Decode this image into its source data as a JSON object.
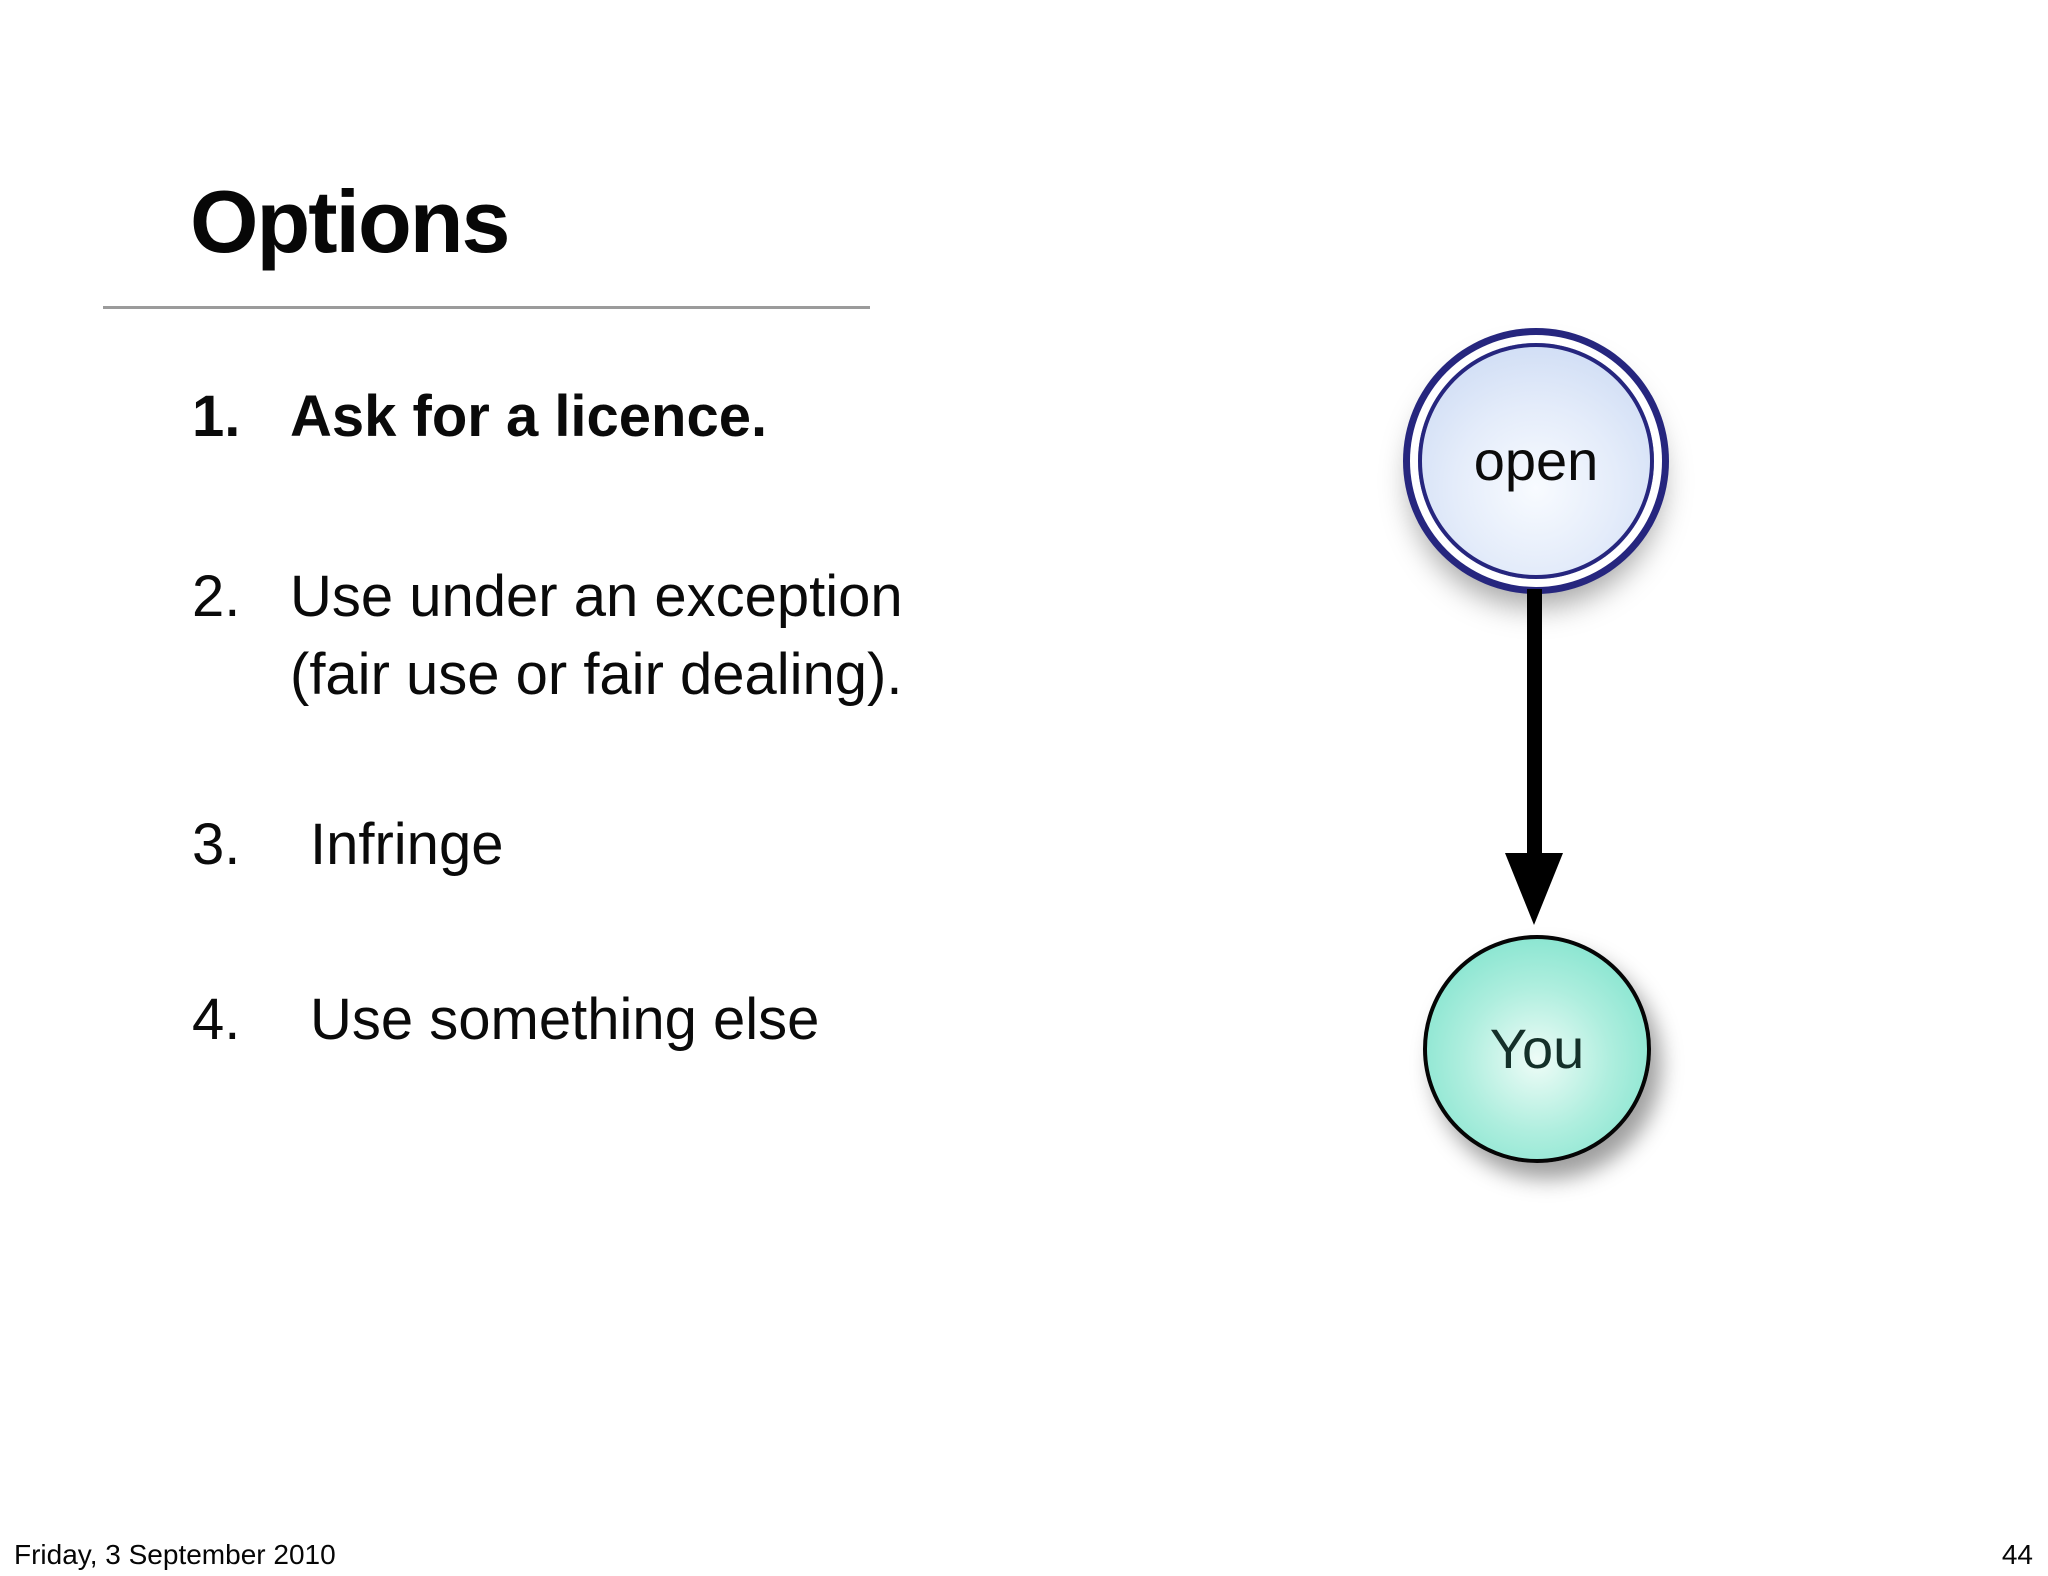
{
  "title": {
    "text": "Options"
  },
  "rule": {
    "color": "#9b9b9b"
  },
  "list": {
    "items": [
      {
        "number": "1.",
        "lines": [
          "Ask for a licence."
        ],
        "bold": true
      },
      {
        "number": "2.",
        "lines": [
          "Use under an exception",
          "(fair use or fair dealing)."
        ],
        "bold": false
      },
      {
        "number": "3.",
        "lines": [
          "Infringe"
        ],
        "bold": false
      },
      {
        "number": "4.",
        "lines": [
          "Use something else"
        ],
        "bold": false
      }
    ]
  },
  "diagram": {
    "top_node": {
      "label": "open",
      "fill": "#d9e4f8",
      "ring_color": "#26267e"
    },
    "arrow": {
      "direction": "down",
      "color": "#000000"
    },
    "bottom_node": {
      "label": "You",
      "fill": "#6fdfc7",
      "ring_color": "#000000"
    }
  },
  "footer": {
    "date": "Friday, 3 September 2010",
    "page_number": "44"
  }
}
